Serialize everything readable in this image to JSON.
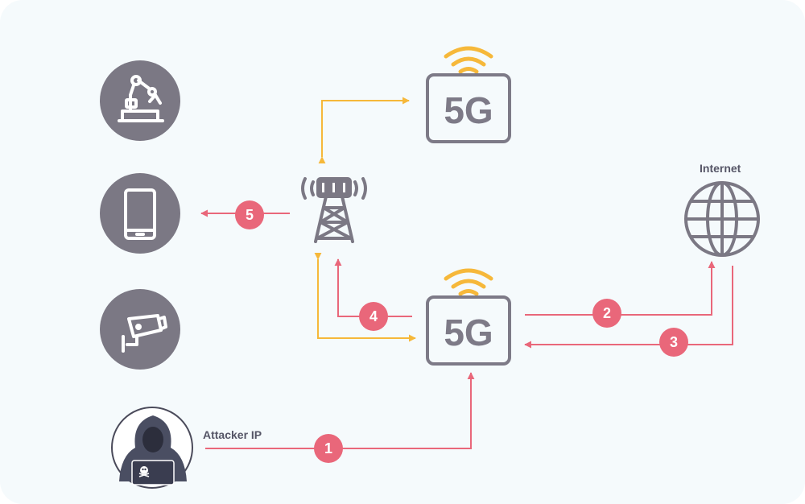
{
  "labels": {
    "internet": "Internet",
    "attacker": "Attacker IP"
  },
  "fivegs": {
    "top": "5G",
    "bottom": "5G"
  },
  "steps": [
    "1",
    "2",
    "3",
    "4",
    "5"
  ],
  "colors": {
    "background": "#f5fafc",
    "circle": "#7b7884",
    "icon": "#ffffff",
    "gray": "#7d7a87",
    "attack": "#e9677a",
    "link": "#f6b83a"
  },
  "icons": [
    "robot-arm-icon",
    "smartphone-icon",
    "security-camera-icon",
    "cell-tower-icon",
    "globe-icon",
    "hacker-icon"
  ]
}
